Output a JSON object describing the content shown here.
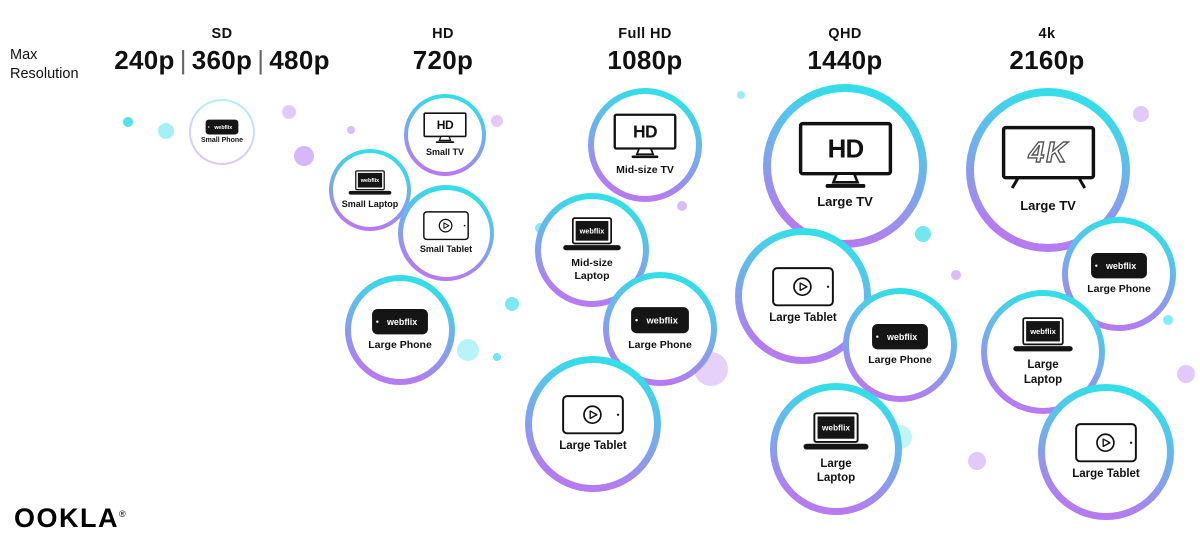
{
  "colors": {
    "cyan": "#35dde8",
    "purple": "#b57bf0",
    "cyan_light": "#b9ecf4",
    "purple_light": "#dcc9f6",
    "text": "#1a1a1a"
  },
  "axis": {
    "label_line1": "Max",
    "label_line2": "Resolution"
  },
  "columns": [
    {
      "name": "SD",
      "resolutions": [
        "240p",
        "360p",
        "480p"
      ],
      "separator": "|"
    },
    {
      "name": "HD",
      "resolutions": [
        "720p"
      ]
    },
    {
      "name": "Full HD",
      "resolutions": [
        "1080p"
      ]
    },
    {
      "name": "QHD",
      "resolutions": [
        "1440p"
      ]
    },
    {
      "name": "4k",
      "resolutions": [
        "2160p"
      ]
    }
  ],
  "bubbles": [
    {
      "column": "SD",
      "label": "Small Phone",
      "icon": "phone-webflix-icon",
      "device_text": "webflix"
    },
    {
      "column": "HD",
      "label": "Small TV",
      "icon": "tv-hd-icon",
      "device_text": "HD"
    },
    {
      "column": "HD",
      "label": "Small Laptop",
      "icon": "laptop-webflix-icon",
      "device_text": "webflix"
    },
    {
      "column": "HD",
      "label": "Small Tablet",
      "icon": "tablet-play-icon"
    },
    {
      "column": "HD",
      "label": "Large Phone",
      "icon": "phone-webflix-icon",
      "device_text": "webflix"
    },
    {
      "column": "Full HD",
      "label": "Mid-size TV",
      "icon": "tv-hd-icon",
      "device_text": "HD"
    },
    {
      "column": "Full HD",
      "label": "Mid-size Laptop",
      "icon": "laptop-webflix-icon",
      "device_text": "webflix"
    },
    {
      "column": "Full HD",
      "label": "Large Phone",
      "icon": "phone-webflix-icon",
      "device_text": "webflix"
    },
    {
      "column": "Full HD",
      "label": "Large Tablet",
      "icon": "tablet-play-icon"
    },
    {
      "column": "QHD",
      "label": "Large TV",
      "icon": "tv-hd-icon",
      "device_text": "HD"
    },
    {
      "column": "QHD",
      "label": "Large Tablet",
      "icon": "tablet-play-icon"
    },
    {
      "column": "QHD",
      "label": "Large Phone",
      "icon": "phone-webflix-icon",
      "device_text": "webflix"
    },
    {
      "column": "QHD",
      "label": "Large Laptop",
      "icon": "laptop-webflix-icon",
      "device_text": "webflix"
    },
    {
      "column": "4k",
      "label": "Large TV",
      "icon": "tv-4k-icon",
      "device_text": "4K"
    },
    {
      "column": "4k",
      "label": "Large Phone",
      "icon": "phone-webflix-icon",
      "device_text": "webflix"
    },
    {
      "column": "4k",
      "label": "Large Laptop",
      "icon": "laptop-webflix-icon",
      "device_text": "webflix"
    },
    {
      "column": "4k",
      "label": "Large Tablet",
      "icon": "tablet-play-icon"
    }
  ],
  "branding": {
    "logo_text": "OOKLA",
    "registered_mark": "®"
  }
}
